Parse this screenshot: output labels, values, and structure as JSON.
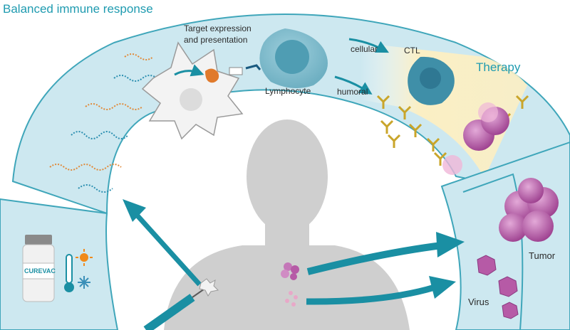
{
  "title": "Balanced immune response",
  "labels": {
    "target": "Target expression\nand presentation",
    "lymphocyte": "Lymphocyte",
    "cellular": "cellular",
    "humoral": "humoral",
    "ctl": "CTL",
    "therapy": "Therapy",
    "tumor": "Tumor",
    "virus": "Virus",
    "vial_brand": "CUREVAC"
  },
  "colors": {
    "teal": "#1a8fa3",
    "panel_fill": "#cde8f0",
    "panel_stroke": "#3fa6ba",
    "therapy_zone": "#fbefc4",
    "silhouette": "#cfcfcf",
    "tumor_purple": "#b65aa6"
  },
  "icons": [
    "thermometer-icon",
    "sun-icon",
    "snowflake-icon",
    "syringe-icon"
  ]
}
